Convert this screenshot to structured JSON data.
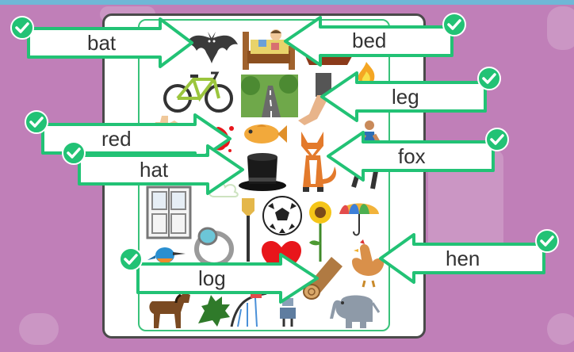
{
  "colors": {
    "background": "#c07fb8",
    "card": "#ffffff",
    "frame": "#39c27a",
    "arrow_fill": "#ffffff",
    "arrow_border": "#22c275",
    "check": "#22c275",
    "text": "#333333"
  },
  "labels": {
    "bat": "bat",
    "bed": "bed",
    "leg": "leg",
    "red": "red",
    "hat": "hat",
    "fox": "fox",
    "hen": "hen",
    "log": "log"
  },
  "status": {
    "bat": "correct",
    "bed": "correct",
    "leg": "correct",
    "red": "correct",
    "hat": "correct",
    "fox": "correct",
    "hen": "correct",
    "log": "correct"
  },
  "icons": [
    "check-icon",
    "arrow-icon"
  ],
  "pictures": [
    "bat",
    "bed",
    "boat",
    "bicycle",
    "road",
    "leg",
    "fire",
    "hand",
    "paint-splat",
    "fish",
    "fox",
    "runner",
    "top-hat",
    "cloud",
    "doors",
    "ring",
    "shovel",
    "football",
    "sunflower",
    "umbrella",
    "kingfisher",
    "heart",
    "log",
    "hen",
    "horse",
    "holly",
    "rollercoaster",
    "robot",
    "elephant"
  ]
}
